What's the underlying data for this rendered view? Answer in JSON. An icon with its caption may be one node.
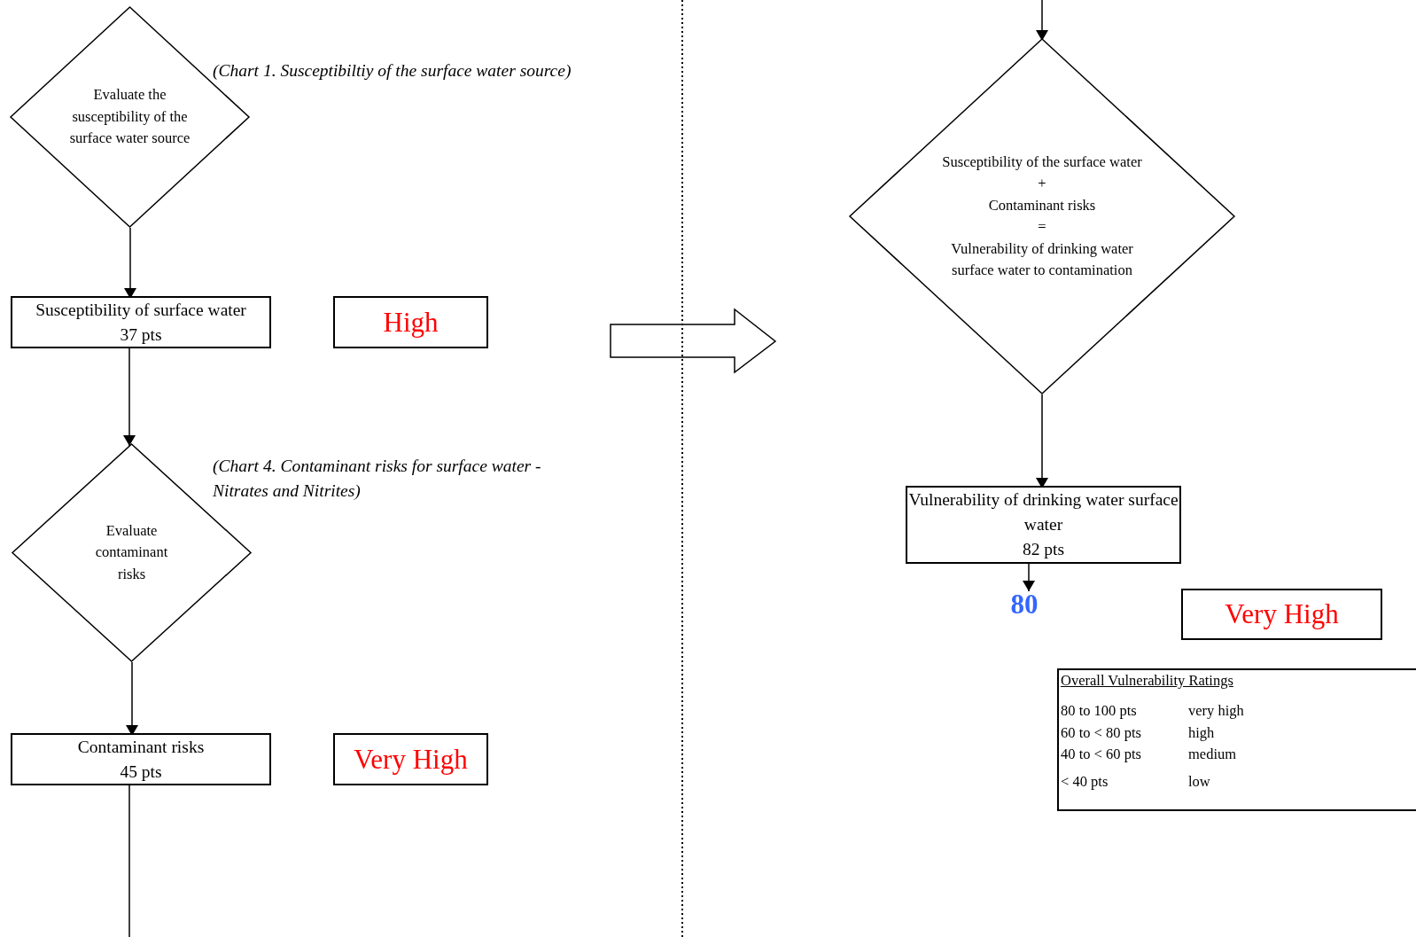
{
  "diagram": {
    "nodes": [
      {
        "text": [
          "Evaluate the susceptibility of the surface water source"
        ],
        "beside": [
          "(Chart 1. Susceptibiltiy of the surface water source)"
        ]
      },
      {
        "text": [
          "Susceptibility of surface water",
          "37 pts"
        ]
      },
      {
        "text": [
          "High"
        ]
      },
      {
        "text": [
          "Evaluate contaminant risks"
        ],
        "beside": [
          "(Chart 4. Contaminant risks for surface water - Nitrates and Nitrites)"
        ]
      },
      {
        "text": [
          "Contaminant risks",
          "45 pts"
        ]
      },
      {
        "text": [
          "Very High"
        ]
      },
      {
        "text": [
          "Susceptibility of the surface water",
          "+",
          "Contaminant risks",
          "=",
          "Vulnerability of drinking water surface water to contamination"
        ]
      },
      {
        "text": [
          "Vulnerability of drinking water surface water",
          "82 pts"
        ]
      },
      {
        "text": [
          "80"
        ]
      },
      {
        "text": [
          "Very High"
        ]
      },
      {
        "text": [
          "Overall Vulnerability Ratings",
          "80 to 100 pts",
          "very high",
          "60 to < 80 pts",
          "high",
          "40 to < 60 pts",
          "medium",
          "< 40 pts",
          "low"
        ]
      }
    ],
    "edges": [
      {
        "from": 0,
        "to": 1,
        "arrow": "to"
      },
      {
        "from": 1,
        "to": 3,
        "arrow": "to"
      },
      {
        "from": 3,
        "to": 4,
        "arrow": "to"
      },
      {
        "from": 4,
        "to": null,
        "arrow": "none"
      },
      {
        "from": null,
        "to": 6,
        "arrow": "to"
      },
      {
        "from": 6,
        "to": 7,
        "arrow": "to"
      },
      {
        "from": 7,
        "to": 8,
        "arrow": "to"
      }
    ]
  }
}
